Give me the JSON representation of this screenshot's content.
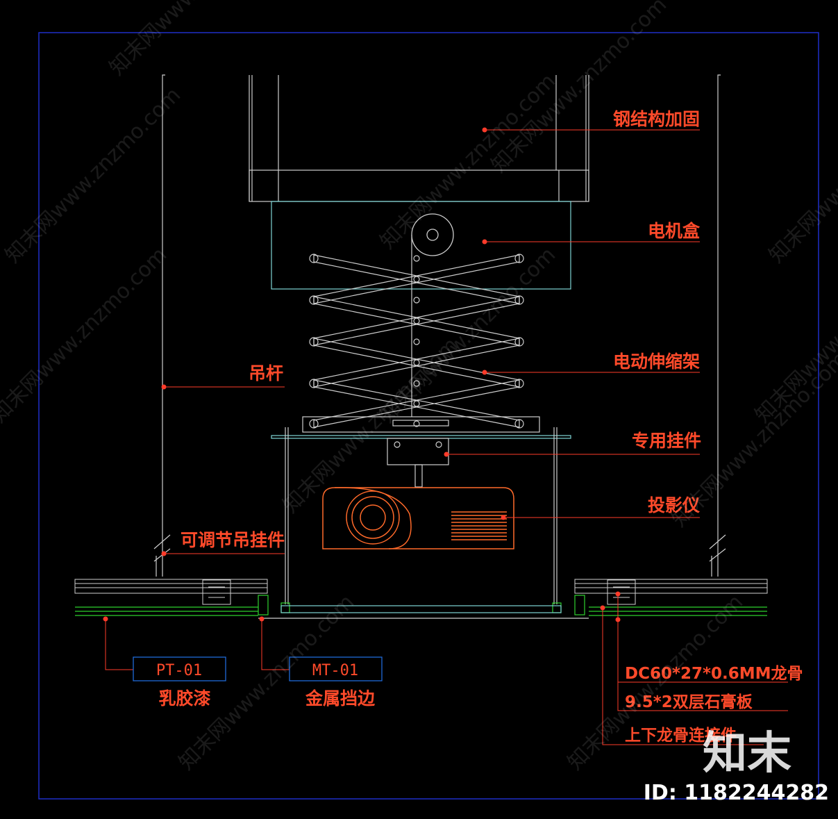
{
  "labels": {
    "steel": "钢结构加固",
    "motor_box": "电机盒",
    "lift": "电动伸缩架",
    "hanger": "专用挂件",
    "projector": "投影仪",
    "rod": "吊杆",
    "adj_hanger": "可调节吊挂件",
    "keel": "DC60*27*0.6MM龙骨",
    "gypsum": "9.5*2双层石膏板",
    "connector": "上下龙骨连接件"
  },
  "codes": {
    "pt": {
      "code": "PT-01",
      "name": "乳胶漆"
    },
    "mt": {
      "code": "MT-01",
      "name": "金属挡边"
    }
  },
  "watermark": {
    "text": "知末网www.znzmo.com",
    "brand": "知末",
    "id": "ID: 1182244282"
  },
  "colors": {
    "background": "#000000",
    "border": "#1f2fc8",
    "line_white": "#cfcfcf",
    "line_cyan": "#7fd6d6",
    "leader": "#ff3b2a",
    "projector": "#ff6a2a",
    "green": "#2ed12e"
  }
}
